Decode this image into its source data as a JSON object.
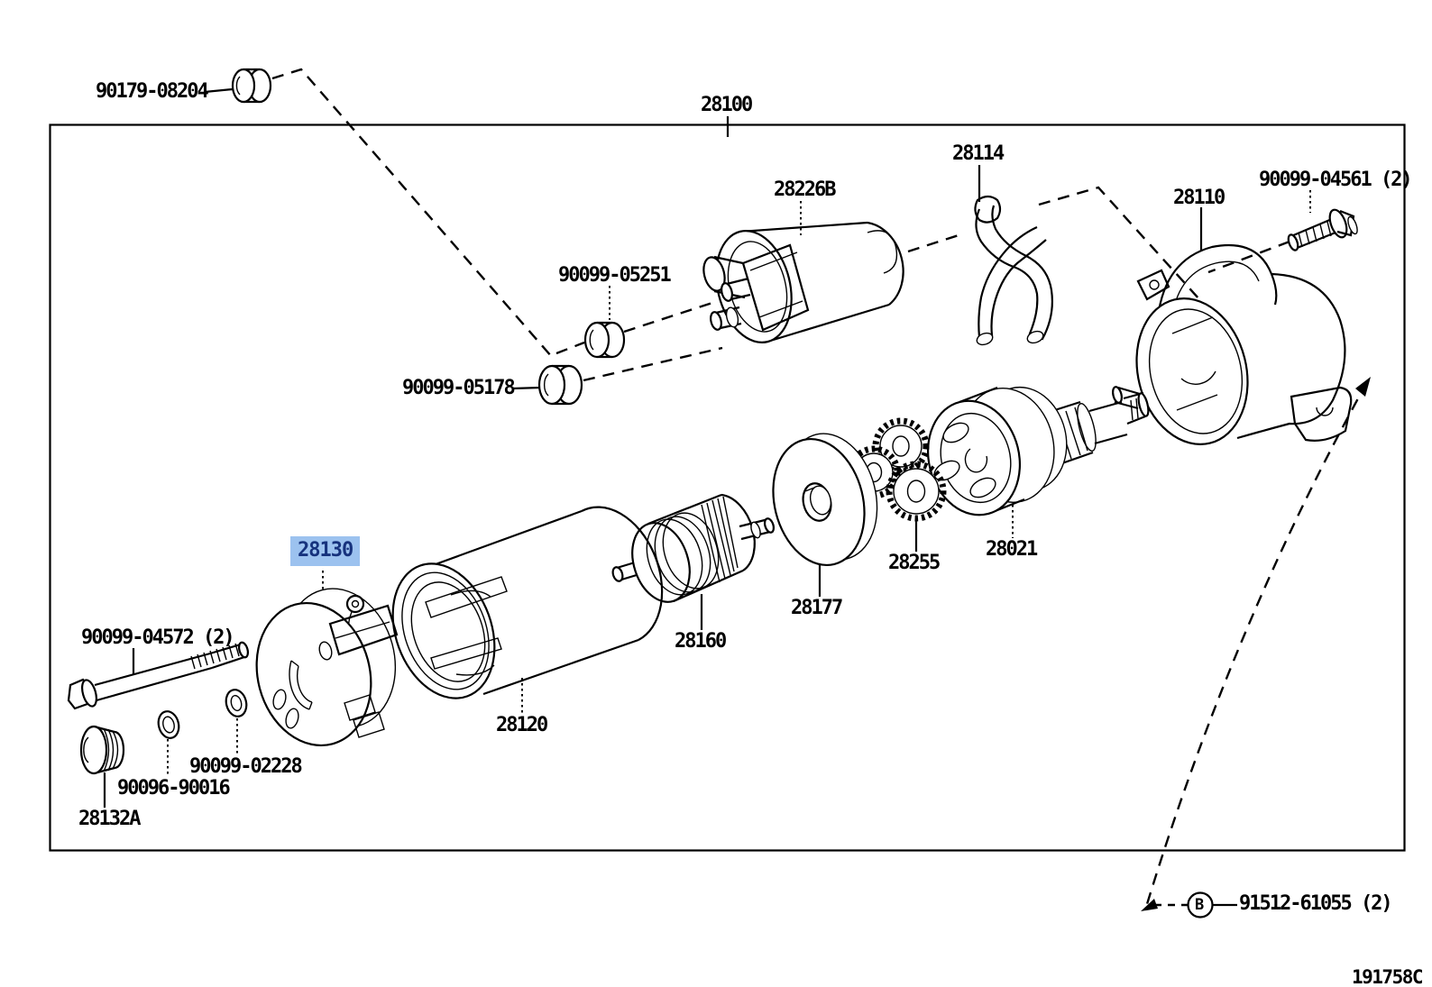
{
  "diagram": {
    "drawing_code": "191758C",
    "ref_marker": "B",
    "highlight": {
      "background": "#9cc2ef",
      "text": "#16327d"
    },
    "assembly": {
      "number": "28100"
    },
    "parts": [
      {
        "number": "90179-08204",
        "highlighted": false
      },
      {
        "number": "28100",
        "highlighted": false
      },
      {
        "number": "28226B",
        "highlighted": false
      },
      {
        "number": "28114",
        "highlighted": false
      },
      {
        "number": "90099-04561 (2)",
        "highlighted": false
      },
      {
        "number": "28110",
        "highlighted": false
      },
      {
        "number": "90099-05251",
        "highlighted": false
      },
      {
        "number": "90099-05178",
        "highlighted": false
      },
      {
        "number": "28130",
        "highlighted": true
      },
      {
        "number": "28120",
        "highlighted": false
      },
      {
        "number": "28160",
        "highlighted": false
      },
      {
        "number": "28177",
        "highlighted": false
      },
      {
        "number": "28255",
        "highlighted": false
      },
      {
        "number": "28021",
        "highlighted": false
      },
      {
        "number": "90099-04572 (2)",
        "highlighted": false
      },
      {
        "number": "90096-90016",
        "highlighted": false
      },
      {
        "number": "90099-02228",
        "highlighted": false
      },
      {
        "number": "28132A",
        "highlighted": false
      },
      {
        "number": "91512-61055 (2)",
        "highlighted": false
      }
    ]
  }
}
